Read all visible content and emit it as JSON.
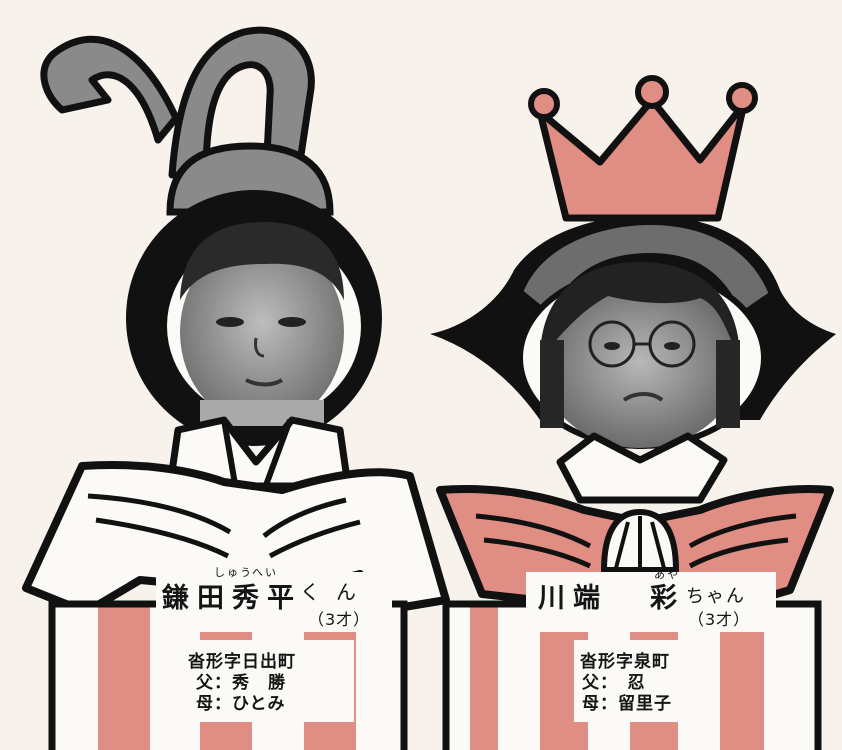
{
  "colors": {
    "gray": "#8a8a8a",
    "pink": "#e08d83",
    "black": "#111111",
    "paper": "#f7f3ec"
  },
  "boy": {
    "name": "鎌田秀平",
    "ruby_shu": "しゅう",
    "ruby_hei": "へい",
    "suffix": "くん",
    "age": "（3才）",
    "address": "沓形字日出町",
    "father": "父：秀　勝",
    "mother": "母：ひとみ"
  },
  "girl": {
    "name_family": "川端",
    "name_given": "彩",
    "ruby_aya": "あや",
    "suffix": "ちゃん",
    "age": "（3才）",
    "address": "沓形字泉町",
    "father": "父：　忍",
    "mother": "母：留里子"
  }
}
